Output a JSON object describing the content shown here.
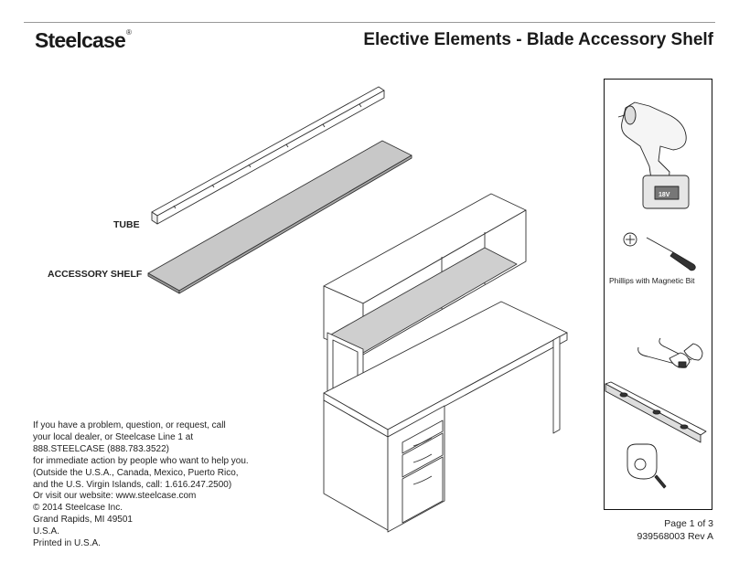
{
  "header": {
    "brand": "Steelcase",
    "registered_mark": "®",
    "title": "Elective Elements - Blade Accessory Shelf"
  },
  "parts": {
    "tube_label": "TUBE",
    "shelf_label": "ACCESSORY SHELF"
  },
  "tools": {
    "screwdriver_caption": "Phillips with Magnetic Bit",
    "drill_battery_text": "18V"
  },
  "contact": {
    "lines": [
      "If you have a problem, question, or request, call",
      "your local dealer, or Steelcase Line 1 at",
      "888.STEELCASE (888.783.3522)",
      "for immediate action by people who want to help you.",
      "(Outside the U.S.A., Canada, Mexico, Puerto Rico,",
      "and the U.S. Virgin Islands, call: 1.616.247.2500)",
      "Or visit our website: www.steelcase.com",
      "© 2014 Steelcase Inc.",
      "Grand Rapids, MI 49501",
      "U.S.A.",
      "Printed in U.S.A."
    ]
  },
  "footer": {
    "page": "Page 1 of 3",
    "doc_number": "939568003 Rev A"
  }
}
